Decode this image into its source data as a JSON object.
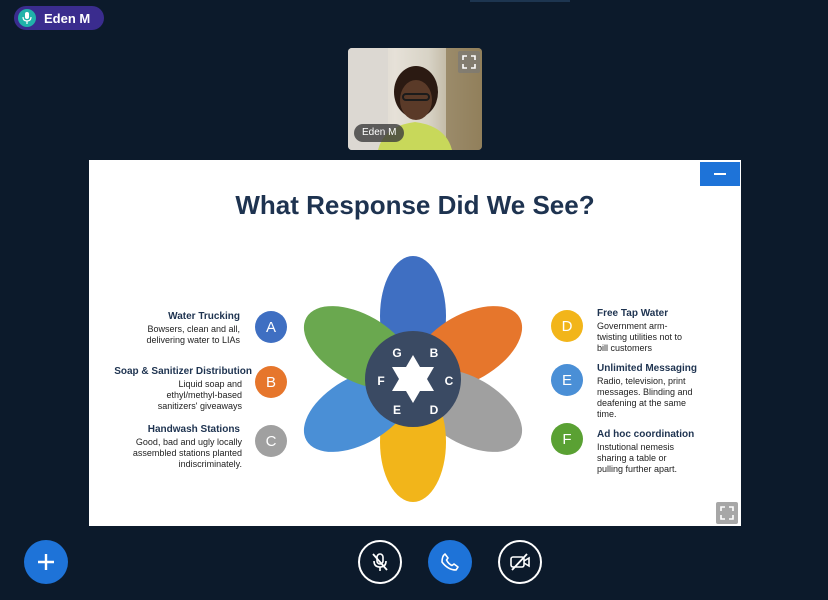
{
  "active_speaker": {
    "name": "Eden M",
    "icon": "microphone-icon"
  },
  "video_tile": {
    "participant_name": "Eden M"
  },
  "slide": {
    "title": "What Response Did We See?",
    "left_items": [
      {
        "letter": "A",
        "title": "Water Trucking",
        "desc": [
          "Bowsers, clean and all,",
          "delivering water to LIAs"
        ],
        "color": "#3f6fc2"
      },
      {
        "letter": "B",
        "title": "Soap & Sanitizer  Distribution",
        "desc": [
          "Liquid soap and",
          "ethyl/methyl-based",
          "sanitizers' giveaways"
        ],
        "color": "#e6762c"
      },
      {
        "letter": "C",
        "title": "Handwash Stations",
        "desc": [
          "Good, bad and ugly locally",
          "assembled  stations planted",
          "indiscriminately."
        ],
        "color": "#a0a0a0"
      }
    ],
    "right_items": [
      {
        "letter": "D",
        "title": "Free Tap Water",
        "desc": [
          "Government arm-",
          "twisting utilities not to",
          "bill customers"
        ],
        "color": "#f2b51a"
      },
      {
        "letter": "E",
        "title": "Unlimited Messaging",
        "desc": [
          "Radio, television, print",
          "messages. Blinding and",
          "deafening at the same",
          "time."
        ],
        "color": "#4a8fd6"
      },
      {
        "letter": "F",
        "title": "Ad hoc coordination",
        "desc": [
          "Instutional nemesis",
          "sharing a table or",
          "pulling further apart."
        ],
        "color": "#5aa133"
      }
    ],
    "petal_labels": [
      "G",
      "B",
      "C",
      "D",
      "E",
      "F"
    ],
    "petal_colors": {
      "top": "#3f6fc2",
      "upper_right": "#e6762c",
      "lower_right": "#a0a0a0",
      "bottom": "#f2b51a",
      "lower_left": "#4a8fd6",
      "upper_left": "#6aa84f",
      "overlap": "#3a4a63"
    }
  },
  "controls": {
    "add_icon": "plus-icon",
    "mute_icon": "microphone-off-icon",
    "call_icon": "phone-icon",
    "video_icon": "video-off-icon"
  }
}
